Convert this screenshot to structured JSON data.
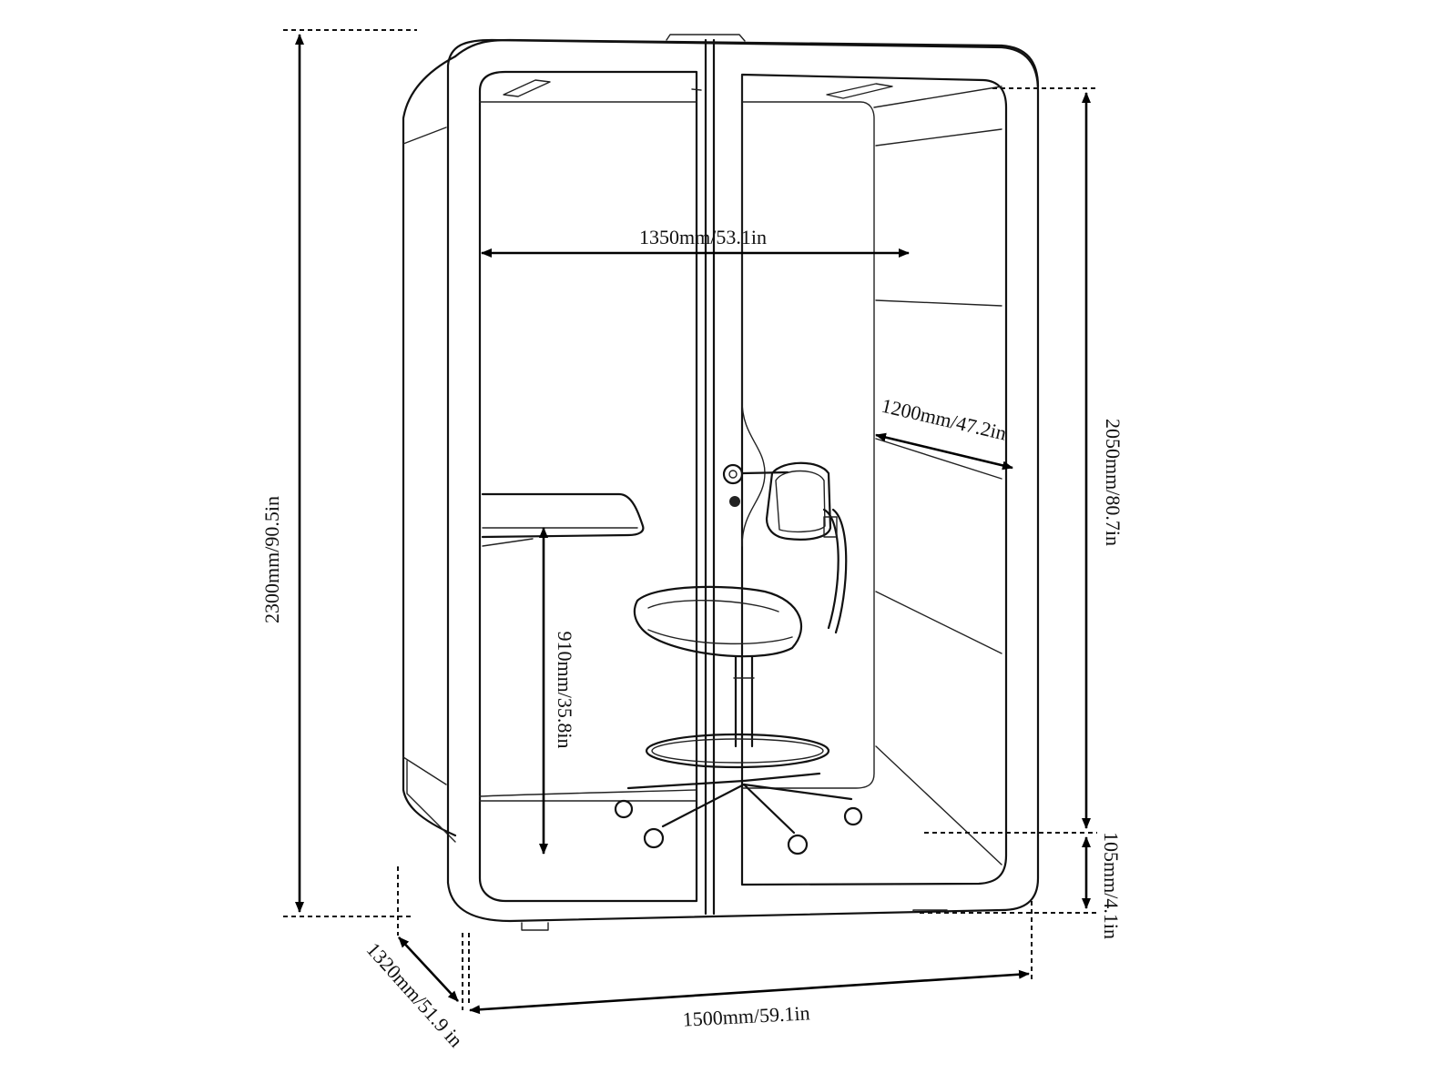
{
  "dimensions": {
    "total_height": "2300mm/90.5in",
    "inner_width": "1350mm/53.1in",
    "inner_depth": "1200mm/47.2in",
    "inner_height": "2050mm/80.7in",
    "desk_height": "910mm/35.8in",
    "base_height": "105mm/4.1in",
    "outer_width": "1500mm/59.1in",
    "outer_depth": "1320mm/51.9 in"
  }
}
